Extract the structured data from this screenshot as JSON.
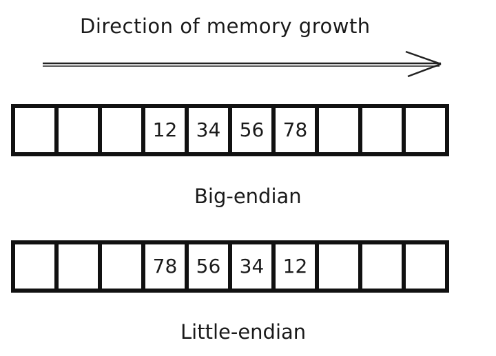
{
  "diagram": {
    "title": "Direction of memory growth",
    "big_endian": {
      "label": "Big-endian",
      "cells": [
        "",
        "",
        "",
        "12",
        "34",
        "56",
        "78",
        "",
        "",
        ""
      ]
    },
    "little_endian": {
      "label": "Little-endian",
      "cells": [
        "",
        "",
        "",
        "78",
        "56",
        "34",
        "12",
        "",
        "",
        ""
      ]
    }
  }
}
